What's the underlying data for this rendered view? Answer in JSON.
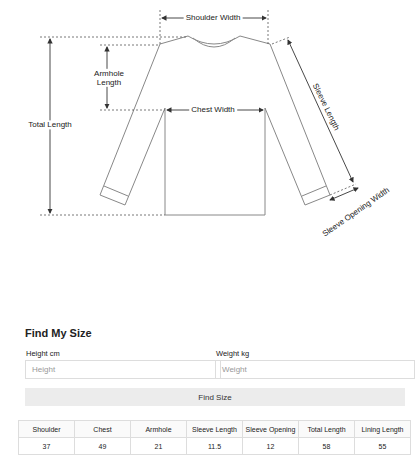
{
  "diagram": {
    "title": "Find My Size",
    "nodes": [
      {
        "text": [
          "Height cm",
          "Height"
        ]
      },
      {
        "text": [
          "Weight kg",
          "Weight"
        ]
      },
      {
        "text": [
          "Find Size"
        ]
      }
    ],
    "labels": [
      "Shoulder Width",
      "Armhole Length",
      "Chest Width",
      "Total Length",
      "Sleeve Length",
      "Sleeve Opening Width",
      "Shoulder",
      "Chest",
      "Armhole",
      "Sleeve Length",
      "Sleeve Opening",
      "Total Length",
      "Lining Length",
      "37",
      "49",
      "21",
      "11.5",
      "12",
      "58",
      "55"
    ]
  }
}
